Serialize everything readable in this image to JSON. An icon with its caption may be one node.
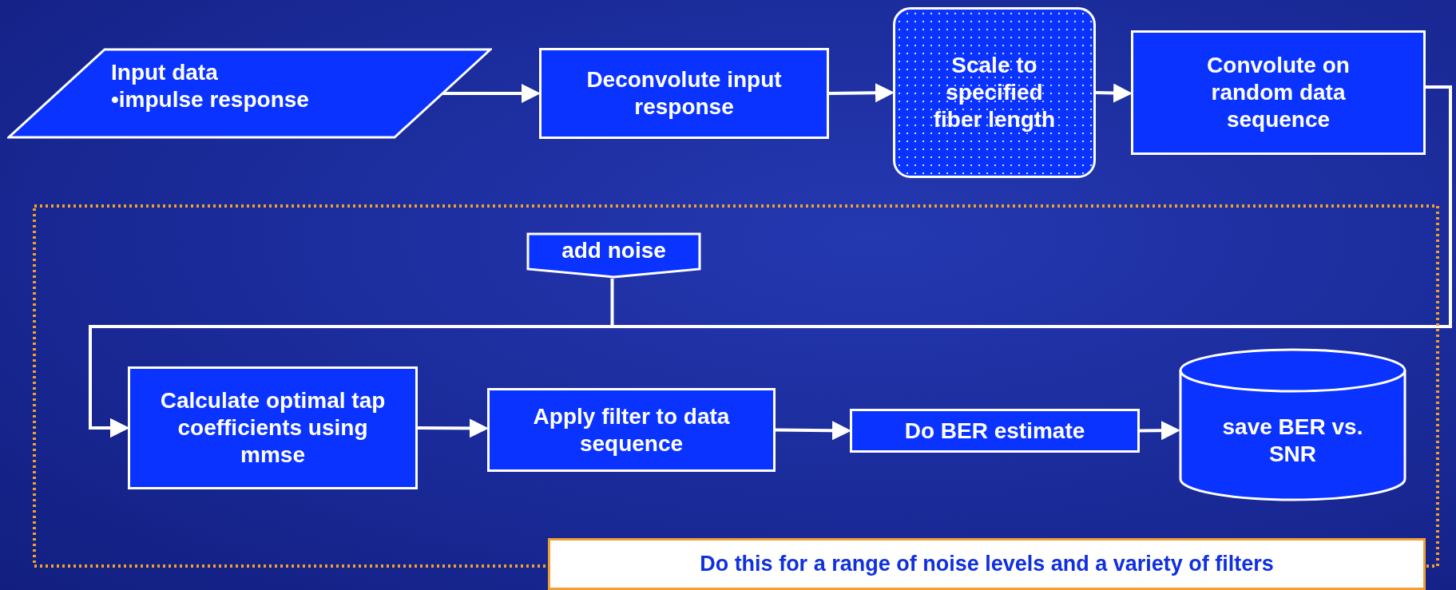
{
  "diagram": {
    "nodes": [
      {
        "text": [
          "Input data",
          "•impulse response"
        ]
      },
      {
        "text": [
          "Deconvolute input response"
        ]
      },
      {
        "text": [
          "Scale to specified fiber length"
        ]
      },
      {
        "text": [
          "Convolute on random data sequence"
        ]
      },
      {
        "text": [
          "Do this for a range of noise levels and a variety of filters"
        ]
      },
      {
        "text": [
          "add noise"
        ],
        "in": 4
      },
      {
        "text": [
          "Calculate optimal tap coefficients using mmse"
        ],
        "in": 4
      },
      {
        "text": [
          "Apply filter to data sequence"
        ],
        "in": 4
      },
      {
        "text": [
          "Do BER estimate"
        ],
        "in": 4
      },
      {
        "text": [
          "save BER vs. SNR"
        ],
        "in": 4
      }
    ],
    "edges": [
      {
        "from": 0,
        "to": 1,
        "arrow": "to"
      },
      {
        "from": 1,
        "to": 2,
        "arrow": "to"
      },
      {
        "from": 2,
        "to": 3,
        "arrow": "to"
      },
      {
        "from": 3,
        "to": 6,
        "arrow": "to"
      },
      {
        "from": 5,
        "to": 6,
        "arrow": "to"
      },
      {
        "from": 6,
        "to": 7,
        "arrow": "to"
      },
      {
        "from": 7,
        "to": 8,
        "arrow": "to"
      },
      {
        "from": 8,
        "to": 9,
        "arrow": "to"
      }
    ]
  }
}
